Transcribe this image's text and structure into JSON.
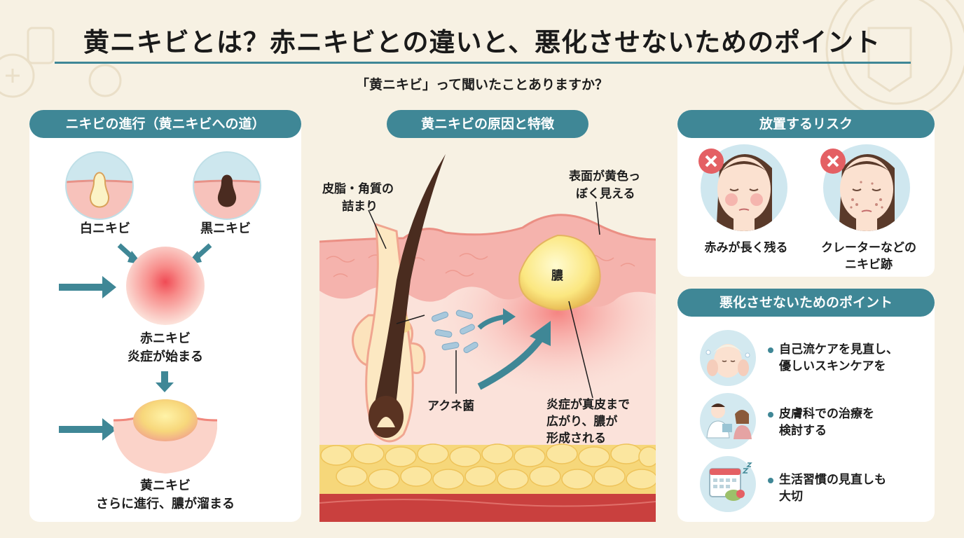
{
  "header": {
    "title": "黄ニキビとは？赤ニキビとの違いと、悪化させないためのポイント",
    "subtitle": "「黄ニキビ」って聞いたことありますか？"
  },
  "left": {
    "heading": "ニキビの進行（黄ニキビへの道）",
    "white": "白ニキビ",
    "black": "黒ニキビ",
    "red_1": "赤ニキビ",
    "red_2": "炎症が始まる",
    "yellow_1": "黄ニキビ",
    "yellow_2": "さらに進行、膿が溜まる"
  },
  "middle": {
    "heading": "黄ニキビの原因と特徴",
    "sebum_1": "皮脂・角質の",
    "sebum_2": "詰まり",
    "surface_1": "表面が黄色っ",
    "surface_2": "ぼく見える",
    "pus": "膿",
    "bacteria": "アクネ菌",
    "inflam_1": "炎症が真皮まで",
    "inflam_2": "広がり、膿が",
    "inflam_3": "形成される"
  },
  "risk": {
    "heading": "放置するリスク",
    "item1": "赤みが長く残る",
    "item2_1": "クレーターなどの",
    "item2_2": "ニキビ跡"
  },
  "points": {
    "heading": "悪化させないためのポイント",
    "p1_1": "自己流ケアを見直し、",
    "p1_2": "優しいスキンケアを",
    "p2_1": "皮膚科での治療を",
    "p2_2": "検討する",
    "p3_1": "生活習慣の見直しも",
    "p3_2": "大切"
  },
  "colors": {
    "teal": "#3f8796",
    "cream": "#f7f1e3",
    "skin": "#f7c9c3",
    "pus": "#fbe98a",
    "fat": "#f6d77a"
  }
}
